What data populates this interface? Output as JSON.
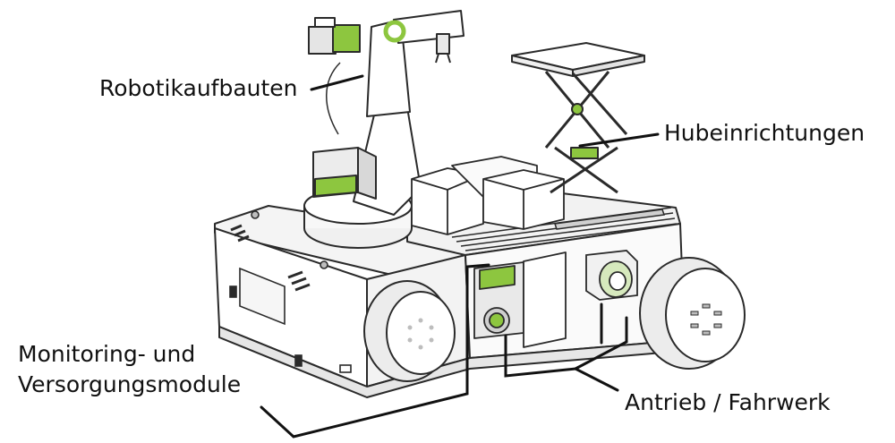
{
  "labels": {
    "robot": "Robotikaufbauten",
    "lift": "Hubeinrichtungen",
    "monitoring_line1": "Monitoring- und",
    "monitoring_line2": "Versorgungsmodule",
    "drive": "Antrieb / Fahrwerk"
  },
  "colors": {
    "outline": "#2a2a2a",
    "body_fill": "#ffffff",
    "shade_light": "#ececec",
    "shade_mid": "#d4d4d4",
    "accent": "#8dc63f",
    "accent_dark": "#5e8f1f",
    "callout": "#111111"
  }
}
